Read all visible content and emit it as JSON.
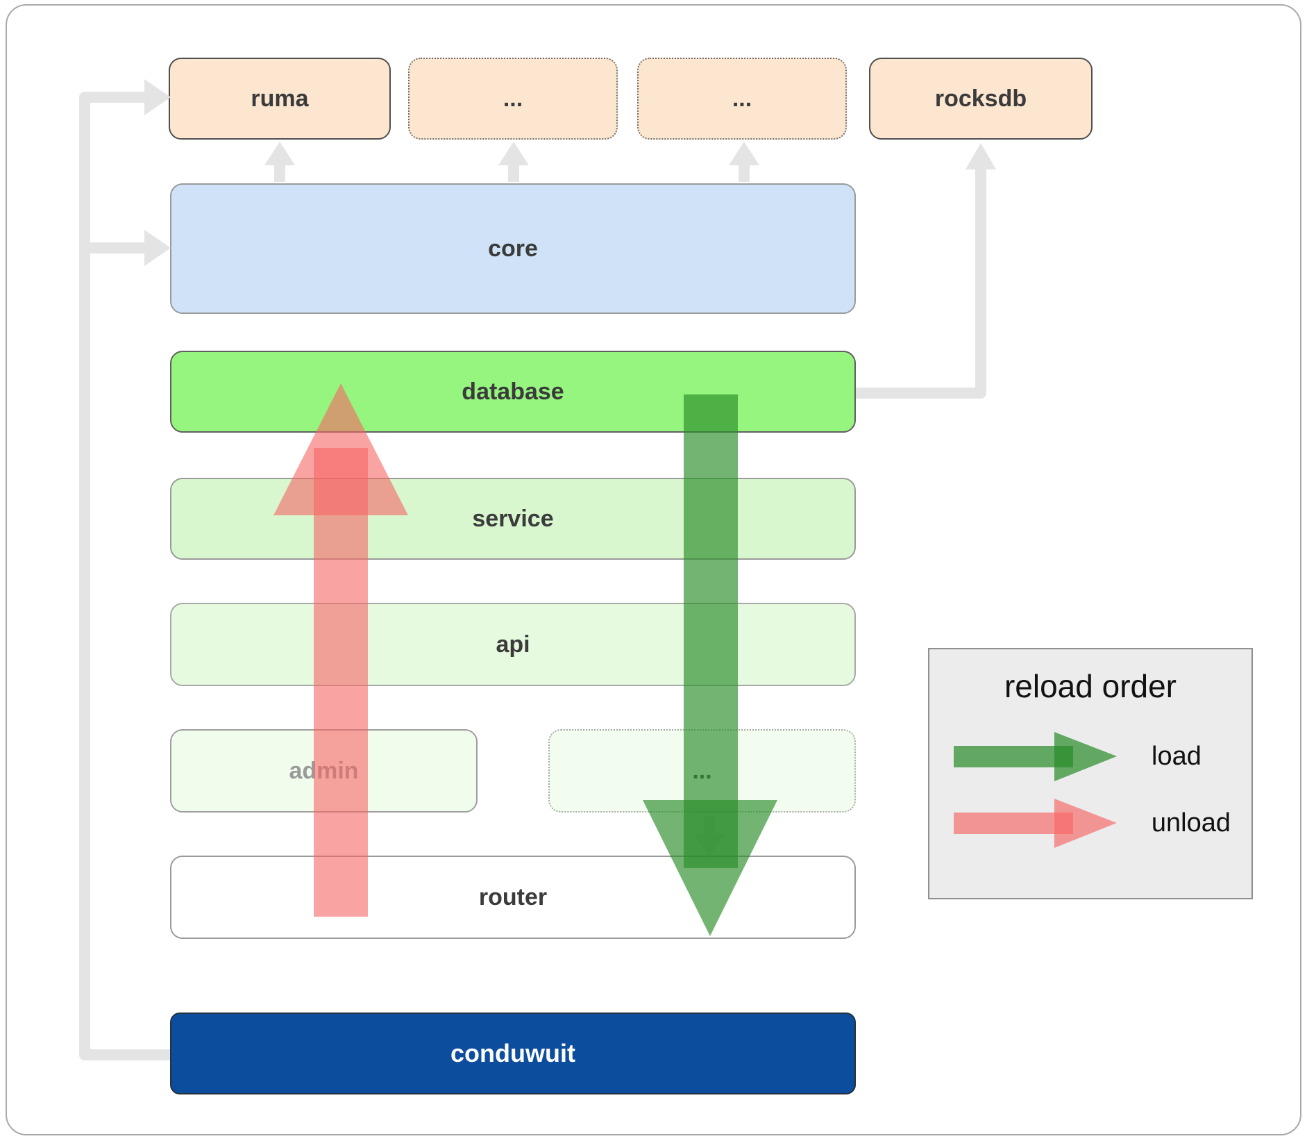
{
  "boxes": {
    "ruma": {
      "label": "ruma"
    },
    "ellipsis_a": {
      "label": "..."
    },
    "ellipsis_b": {
      "label": "..."
    },
    "rocksdb": {
      "label": "rocksdb"
    },
    "core": {
      "label": "core"
    },
    "database": {
      "label": "database"
    },
    "service": {
      "label": "service"
    },
    "api": {
      "label": "api"
    },
    "admin": {
      "label": "admin"
    },
    "ellipsis_c": {
      "label": "..."
    },
    "router": {
      "label": "router"
    },
    "conduwuit": {
      "label": "conduwuit"
    }
  },
  "legend": {
    "title": "reload order",
    "items": [
      {
        "label": "load",
        "color": "#2e8b2e"
      },
      {
        "label": "unload",
        "color": "#f66a6a"
      }
    ]
  },
  "colors": {
    "peach_box": "#fce6d0",
    "core_blue": "#cfe2f7",
    "database_green": "#96f57e",
    "service_green": "#d8f7cf",
    "api_green": "#e6fae0",
    "admin_green": "#f0fdec",
    "conduwuit_navy": "#0d4d9d",
    "connector_gray": "#e4e4e4",
    "load_arrow_green": "#2e8b2e",
    "unload_arrow_red": "#f66a6a"
  }
}
